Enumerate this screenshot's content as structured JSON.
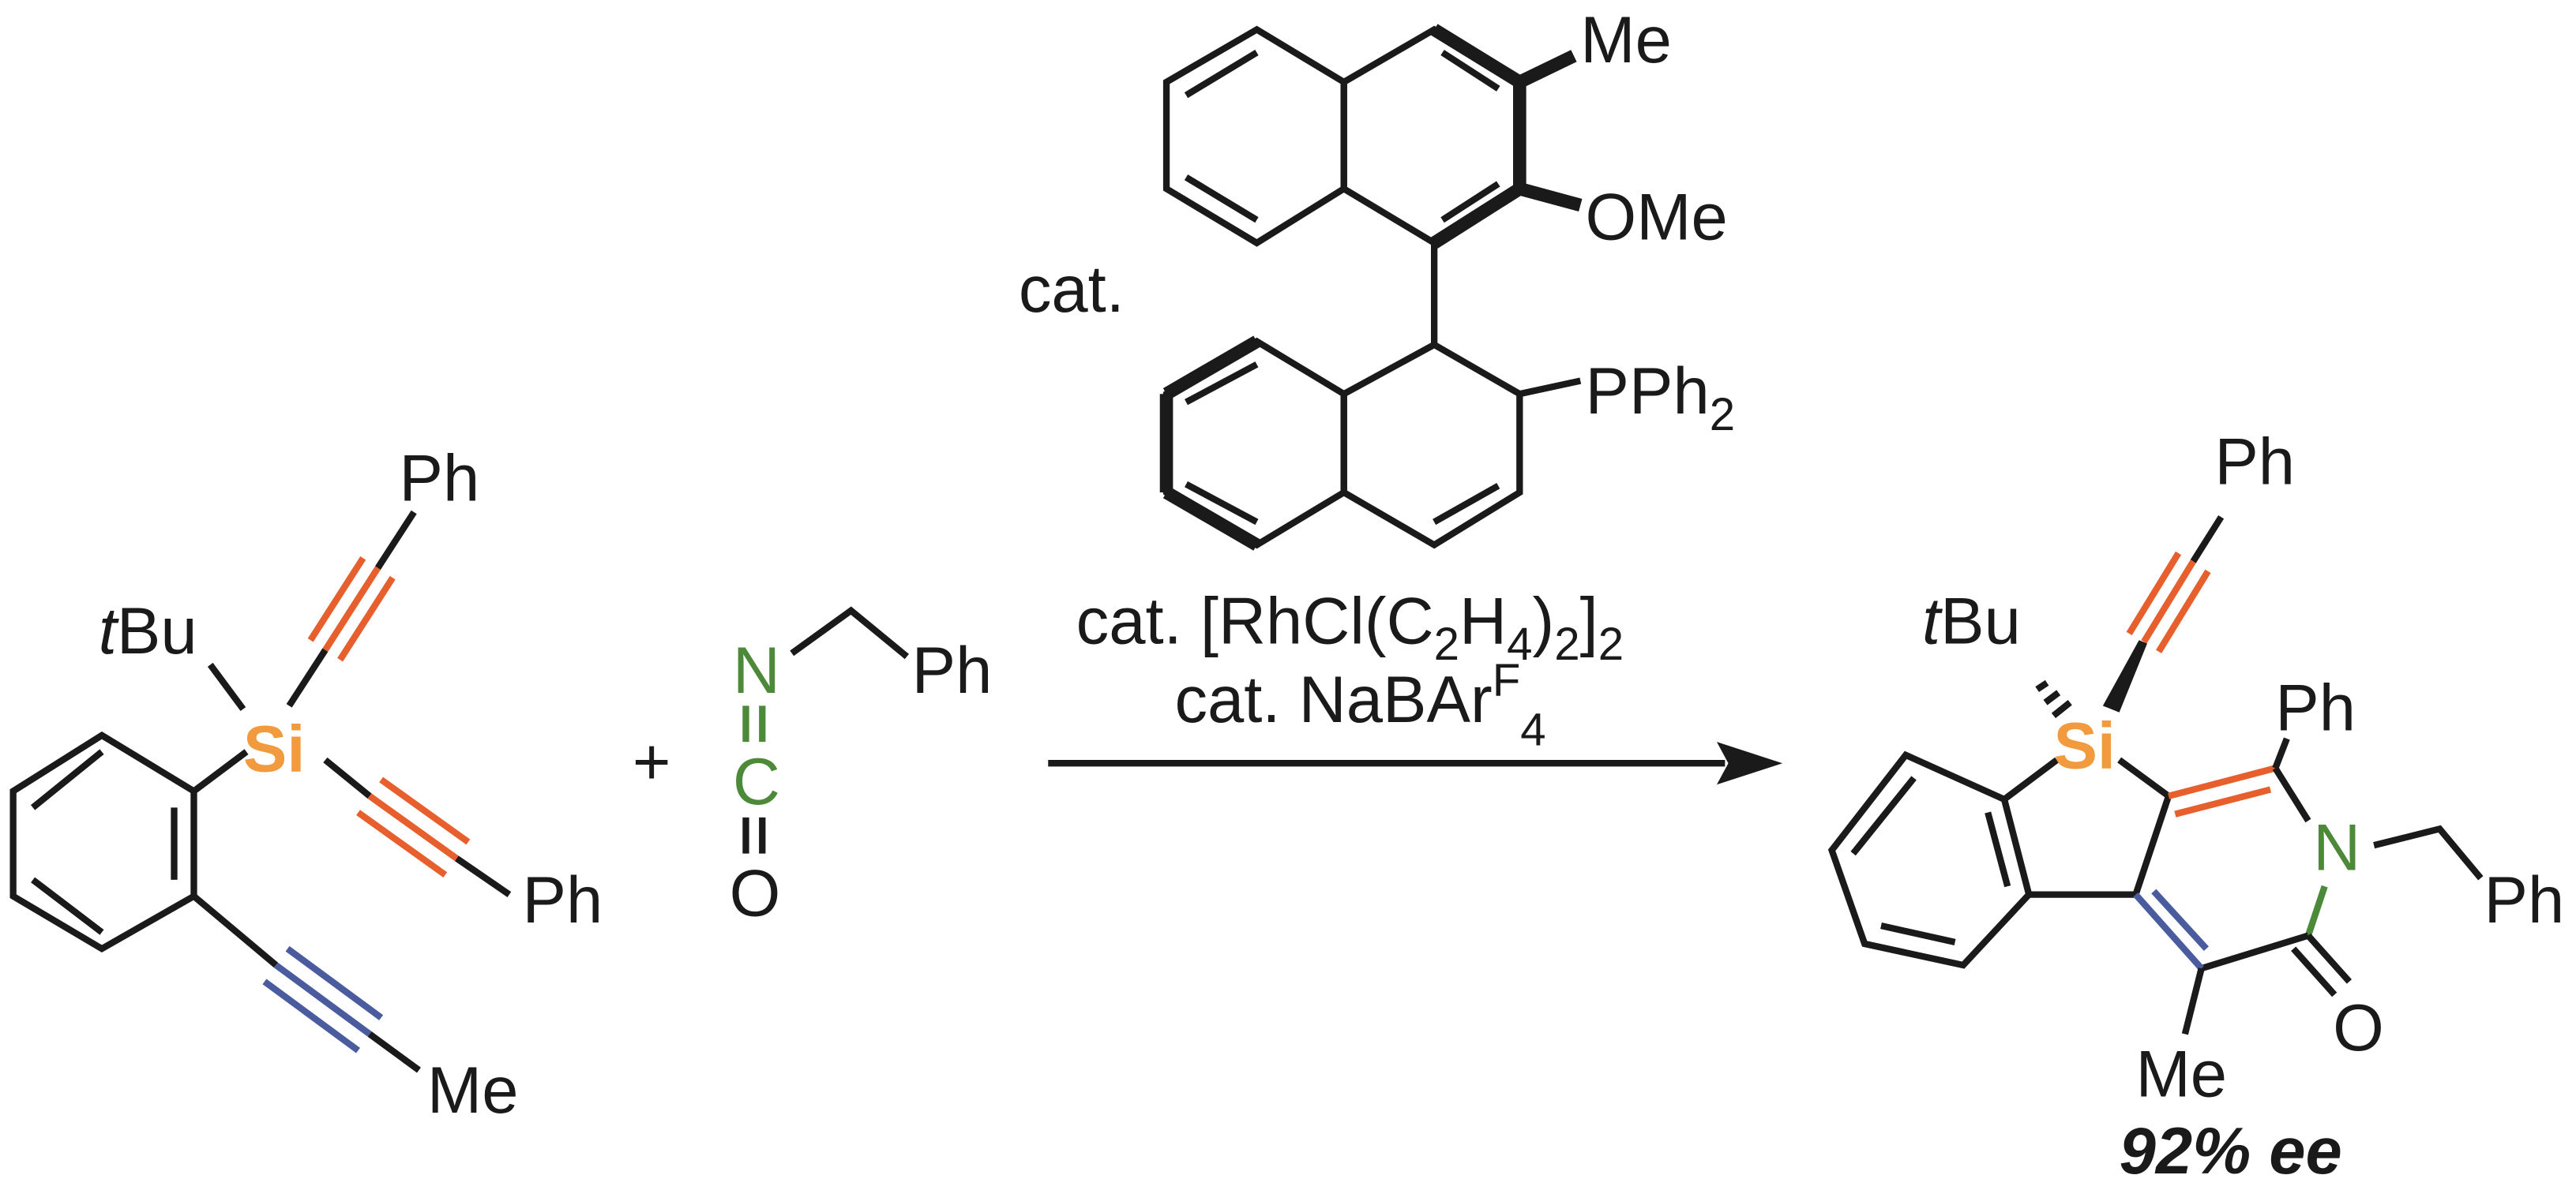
{
  "reactant1": {
    "tbu_prefix": "t",
    "tbu": "Bu",
    "si": "Si",
    "ph_top": "Ph",
    "ph_right": "Ph",
    "me": "Me"
  },
  "plus": "+",
  "reactant2": {
    "n": "N",
    "c": "C",
    "o": "O",
    "ph": "Ph"
  },
  "ligand": {
    "cat": "cat.",
    "me": "Me",
    "ome": "OMe",
    "pph2": "PPh",
    "pph2_sub": "2"
  },
  "conditions": {
    "line1_a": "cat. [RhCl(C",
    "line1_sub1": "2",
    "line1_b": "H",
    "line1_sub2": "4",
    "line1_c": ")",
    "line1_sub3": "2",
    "line1_d": "]",
    "line1_sub4": "2",
    "line2_a": "cat. NaBAr",
    "line2_sup": "F",
    "line2_sub": "4"
  },
  "product": {
    "tbu_prefix": "t",
    "tbu": "Bu",
    "si": "Si",
    "ph_top": "Ph",
    "ph_c": "Ph",
    "n": "N",
    "ph_bn": "Ph",
    "o": "O",
    "me": "Me",
    "ee": "92% ee"
  },
  "colors": {
    "silicon": "#f19a3e",
    "alkyne_si": "#e85f2e",
    "alkyne_me": "#4a5c9e",
    "nitrogen": "#4c8a3a"
  }
}
